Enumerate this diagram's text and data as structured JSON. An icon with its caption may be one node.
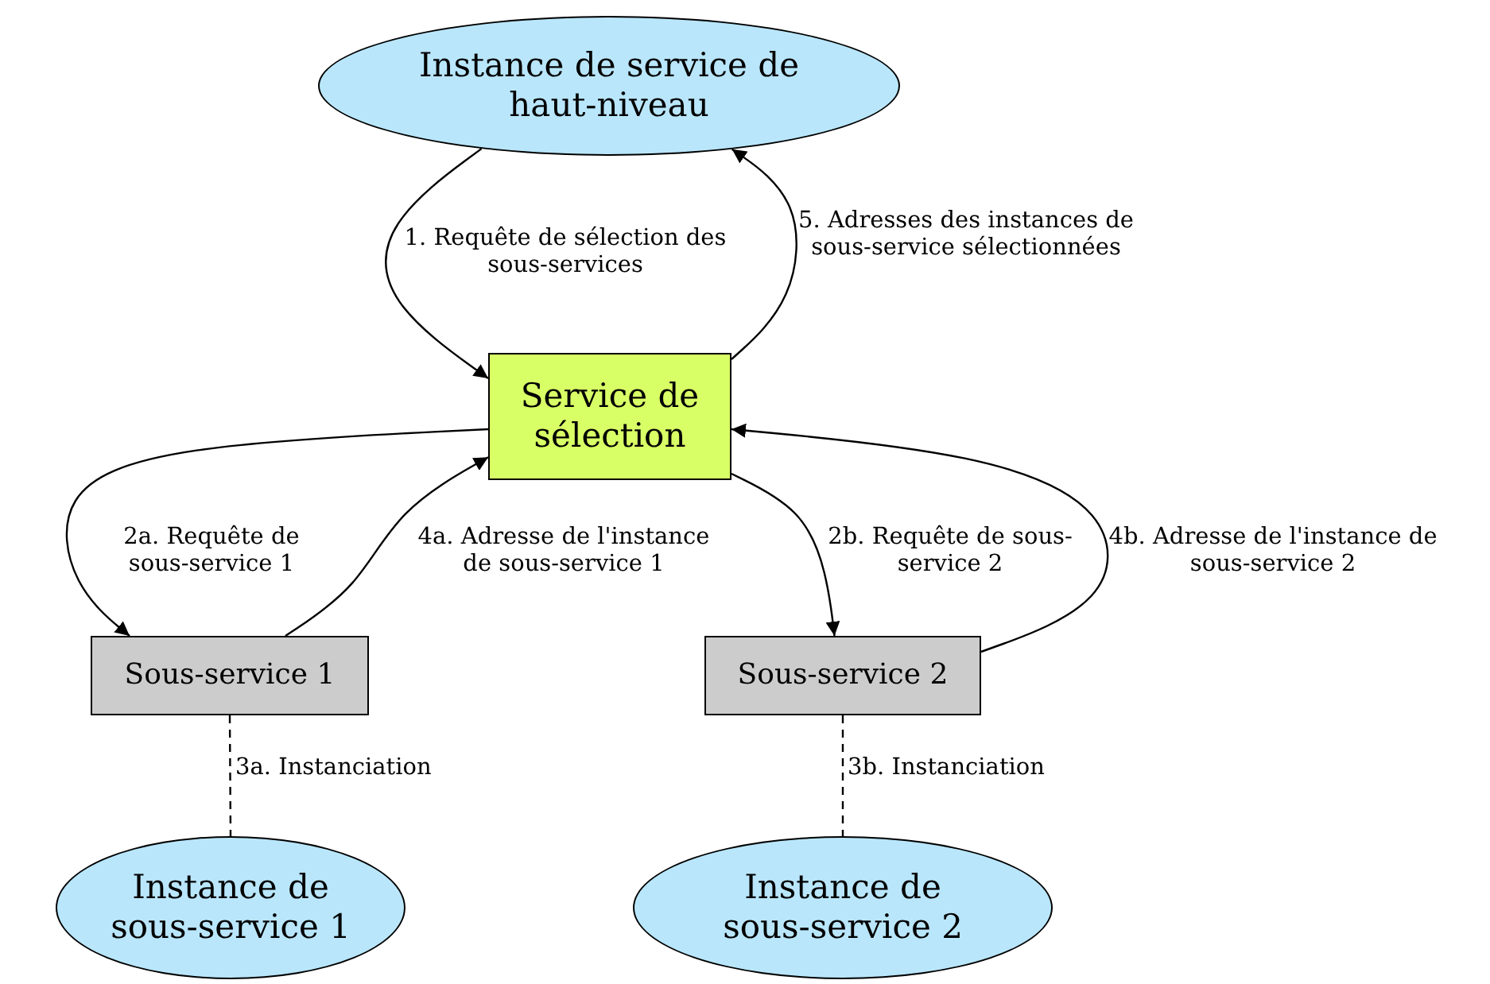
{
  "diagram": {
    "nodes": [
      {
        "text": [
          "Instance de service de haut-niveau"
        ]
      },
      {
        "text": [
          "Service de sélection"
        ]
      },
      {
        "text": [
          "Sous-service 1"
        ]
      },
      {
        "text": [
          "Sous-service 2"
        ]
      },
      {
        "text": [
          "Instance de sous-service 1"
        ]
      },
      {
        "text": [
          "Instance de sous-service 2"
        ]
      }
    ],
    "edges": [
      {
        "from": 0,
        "to": 1,
        "arrow": "to",
        "label": "1. Requête de sélection des sous-services"
      },
      {
        "from": 1,
        "to": 0,
        "arrow": "to",
        "label": "5. Adresses des instances de sous-service sélectionnées"
      },
      {
        "from": 1,
        "to": 2,
        "arrow": "to",
        "label": "2a. Requête de sous-service 1"
      },
      {
        "from": 2,
        "to": 1,
        "arrow": "to",
        "label": "4a. Adresse de l'instance de sous-service 1"
      },
      {
        "from": 1,
        "to": 3,
        "arrow": "to",
        "label": "2b. Requête de sous-service 2"
      },
      {
        "from": 3,
        "to": 1,
        "arrow": "to",
        "label": "4b. Adresse de l'instance de sous-service 2"
      },
      {
        "from": 2,
        "to": 4,
        "arrow": "none",
        "style": "dashed",
        "label": "3a. Instanciation"
      },
      {
        "from": 3,
        "to": 5,
        "arrow": "none",
        "style": "dashed",
        "label": "3b. Instanciation"
      }
    ]
  }
}
